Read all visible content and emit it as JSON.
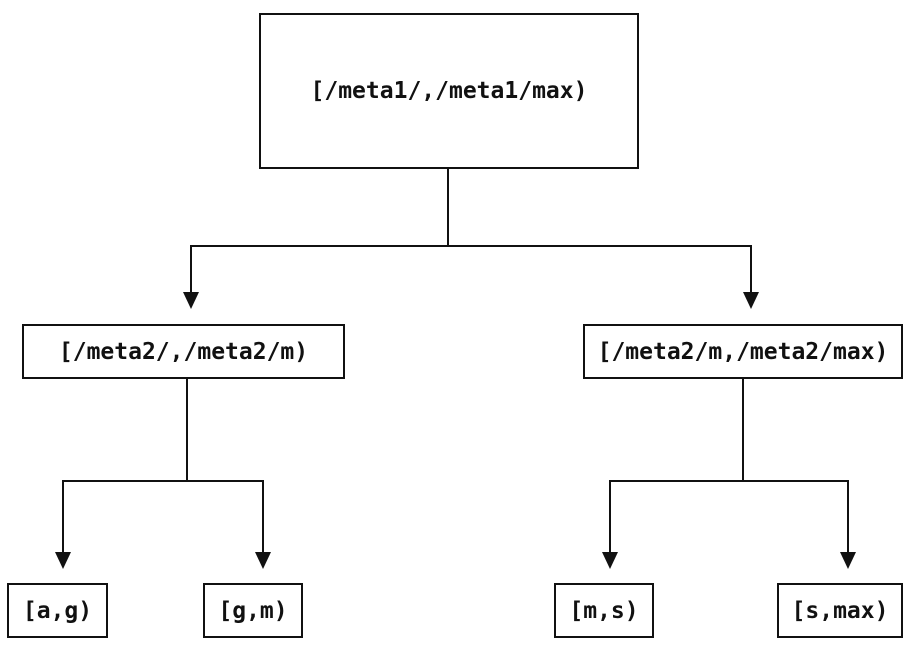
{
  "diagram": {
    "type": "tree",
    "colors": {
      "ink": "#111111",
      "background": "#ffffff"
    },
    "nodes": {
      "root": {
        "label": "[/meta1/,/meta1/max)"
      },
      "left": {
        "label": "[/meta2/,/meta2/m)"
      },
      "right": {
        "label": "[/meta2/m,/meta2/max)"
      },
      "leaf_ag": {
        "label": "[a,g)"
      },
      "leaf_gm": {
        "label": "[g,m)"
      },
      "leaf_ms": {
        "label": "[m,s)"
      },
      "leaf_smax": {
        "label": "[s,max)"
      }
    },
    "edges": [
      {
        "from": "root",
        "to": "left"
      },
      {
        "from": "root",
        "to": "right"
      },
      {
        "from": "left",
        "to": "leaf_ag"
      },
      {
        "from": "left",
        "to": "leaf_gm"
      },
      {
        "from": "right",
        "to": "leaf_ms"
      },
      {
        "from": "right",
        "to": "leaf_smax"
      }
    ]
  }
}
